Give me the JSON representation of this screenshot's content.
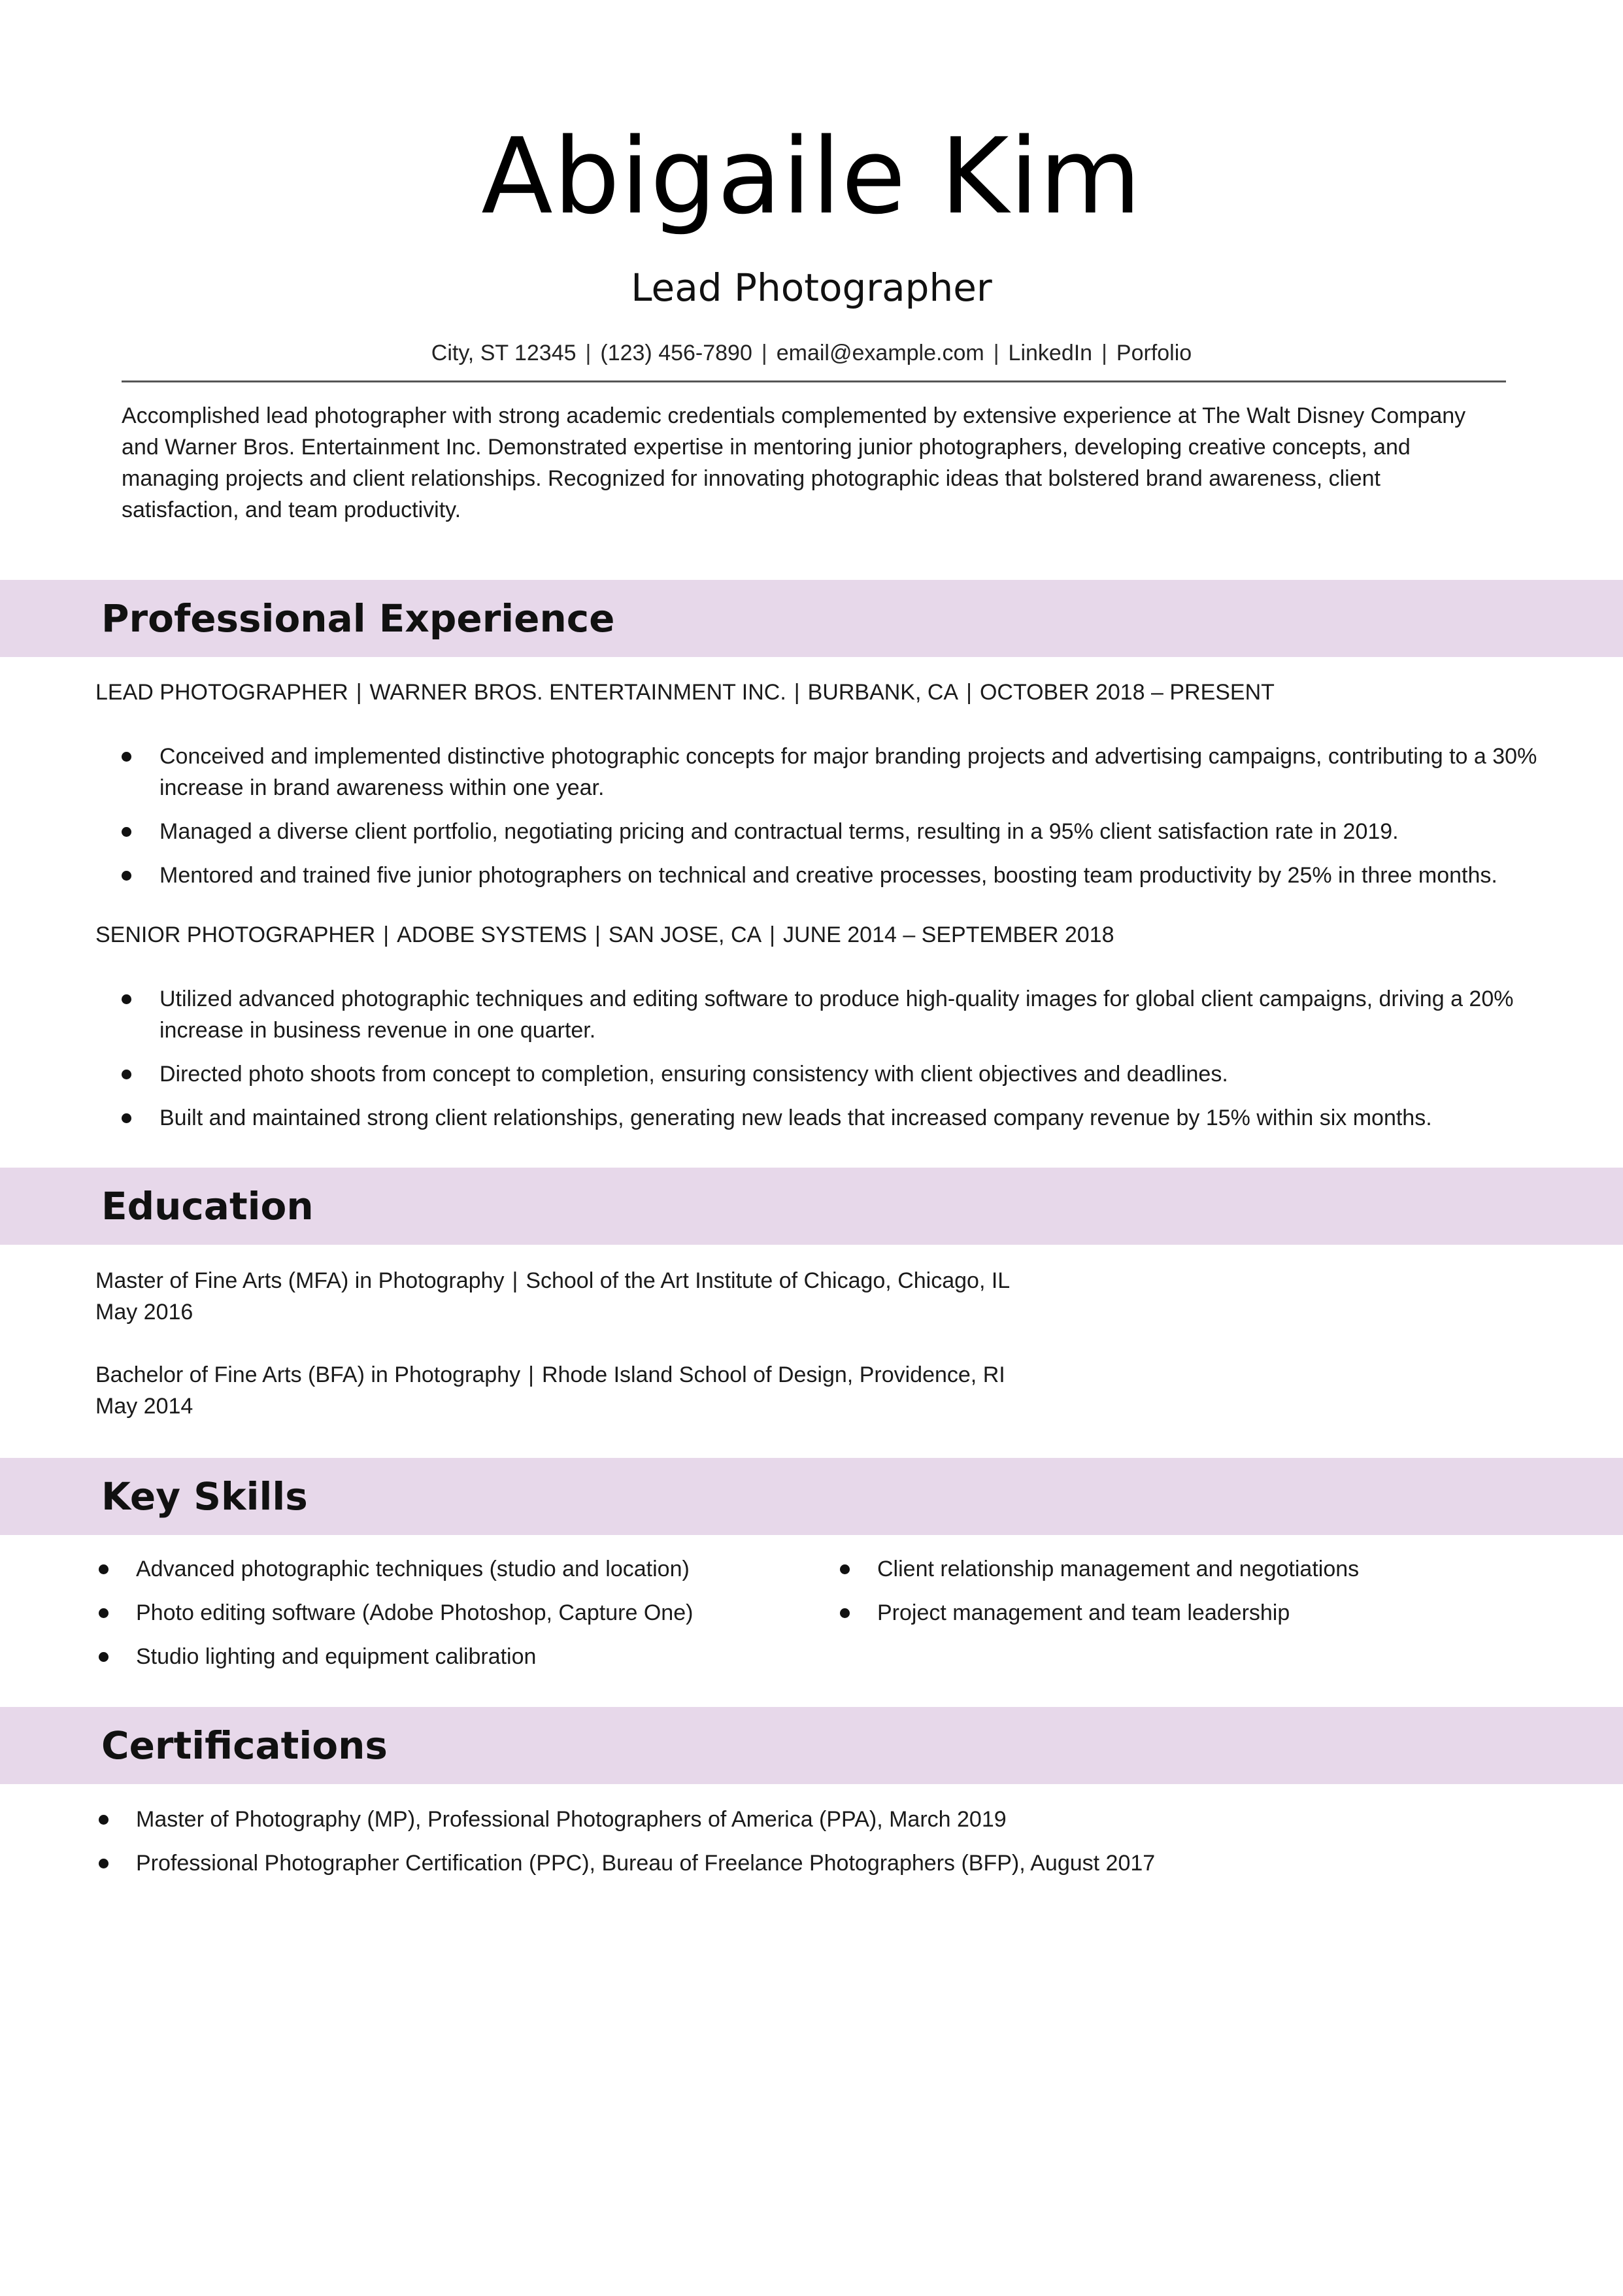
{
  "header": {
    "name": "Abigaile Kim",
    "title": "Lead Photographer",
    "contact": {
      "address": "City, ST 12345",
      "phone": "(123) 456-7890",
      "email": "email@example.com",
      "linkedin": "LinkedIn",
      "portfolio": "Porfolio",
      "separator": "|"
    }
  },
  "summary": "Accomplished lead photographer with strong academic credentials complemented by extensive experience at The Walt Disney Company and Warner Bros. Entertainment Inc. Demonstrated expertise in mentoring junior photographers, developing creative concepts, and managing projects and client relationships. Recognized for innovating photographic ideas that bolstered brand awareness, client satisfaction, and team productivity.",
  "experience": {
    "heading": "Professional Experience",
    "jobs": [
      {
        "title": "LEAD PHOTOGRAPHER",
        "company": "WARNER BROS. ENTERTAINMENT INC.",
        "location": "BURBANK, CA",
        "dates": "OCTOBER 2018 – PRESENT",
        "bullets": [
          "Conceived and implemented distinctive photographic concepts for major branding projects and advertising campaigns, contributing to a 30% increase in brand awareness within one year.",
          "Managed a diverse client portfolio, negotiating pricing and contractual terms, resulting in a 95% client satisfaction rate in 2019.",
          "Mentored and trained five junior photographers on technical and creative processes, boosting team productivity by 25% in three months."
        ]
      },
      {
        "title": "SENIOR PHOTOGRAPHER",
        "company": "ADOBE SYSTEMS",
        "location": "SAN JOSE, CA",
        "dates": "JUNE 2014 – SEPTEMBER 2018",
        "bullets": [
          "Utilized advanced photographic techniques and editing software to produce high-quality images for global client campaigns, driving a 20% increase in business revenue in one quarter.",
          "Directed photo shoots from concept to completion, ensuring consistency with client objectives and deadlines.",
          "Built and maintained strong client relationships, generating new leads that increased company revenue by 15% within six months."
        ]
      }
    ]
  },
  "education": {
    "heading": "Education",
    "items": [
      {
        "degree": "Master of Fine Arts (MFA) in Photography",
        "school": "School of the Art Institute of Chicago, Chicago, IL",
        "date": "May 2016"
      },
      {
        "degree": "Bachelor of Fine Arts (BFA) in Photography",
        "school": "Rhode Island School of Design, Providence, RI",
        "date": "May 2014"
      }
    ]
  },
  "skills": {
    "heading": "Key Skills",
    "left": [
      "Advanced photographic techniques (studio and location)",
      "Photo editing software (Adobe Photoshop, Capture One)",
      "Studio lighting and equipment calibration"
    ],
    "right": [
      "Client relationship management and negotiations",
      "Project management and team leadership"
    ]
  },
  "certifications": {
    "heading": "Certifications",
    "items": [
      "Master of Photography (MP), Professional Photographers of America (PPA), March 2019",
      "Professional Photographer Certification (PPC), Bureau of Freelance Photographers (BFP), August 2017"
    ]
  },
  "colors": {
    "section_band": "#e7d8ea",
    "text": "#1a1a1a"
  }
}
